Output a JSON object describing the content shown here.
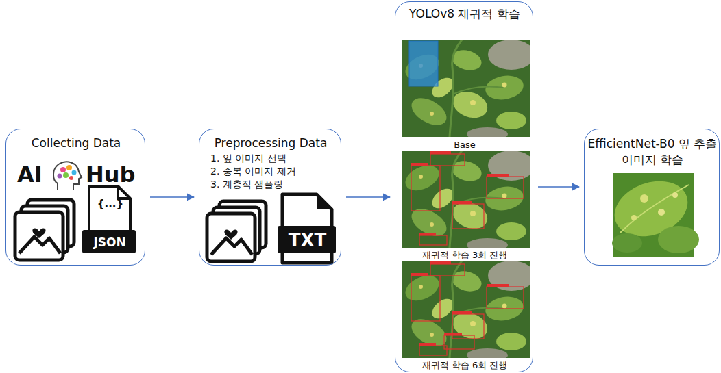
{
  "diagram": {
    "nodes": [
      {
        "text": [
          "Collecting Data",
          "AI",
          "Hub",
          "{...}",
          "JSON"
        ]
      },
      {
        "text": [
          "Preprocessing Data",
          "1. 잎 이미지 선택",
          "2. 중복 이미지 제거",
          "3. 계층적 샘플링",
          "TXT"
        ]
      },
      {
        "text": [
          "YOLOv8 재귀적 학습",
          "Base",
          "재귀적 학습 3회 진행",
          "재귀적 학습 6회 진행"
        ]
      },
      {
        "text": [
          "EfficientNet-B0 잎 추출 이미지 학습"
        ]
      }
    ],
    "edges": [
      {
        "from": 0,
        "to": 1,
        "arrow": "to"
      },
      {
        "from": 1,
        "to": 2,
        "arrow": "to"
      },
      {
        "from": 2,
        "to": 3,
        "arrow": "to"
      }
    ]
  }
}
